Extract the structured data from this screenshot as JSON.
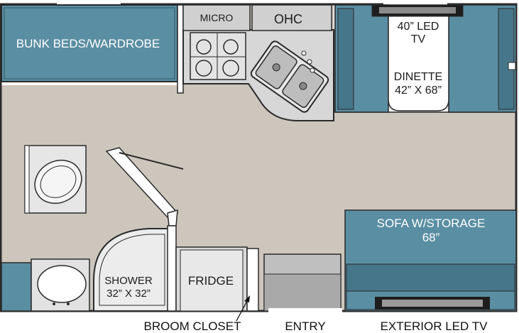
{
  "labels": {
    "bunk_beds": "BUNK BEDS/WARDROBE",
    "micro": "MICRO",
    "ohc": "OHC",
    "led_tv_1": "40” LED",
    "led_tv_2": "TV",
    "dinette_1": "DINETTE",
    "dinette_2": "42” X 68”",
    "sofa_1": "SOFA W/STORAGE",
    "sofa_2": "68”",
    "shower_1": "SHOWER",
    "shower_2": "32” X 32”",
    "fridge": "FRIDGE",
    "broom_closet": "BROOM CLOSET",
    "entry": "ENTRY",
    "exterior_tv": "EXTERIOR LED TV"
  },
  "colors": {
    "floor": "#cdc6bd",
    "upholstery": "#5a8ea3",
    "upholstery_dark": "#467689",
    "cabinet": "#d2d2d2",
    "wall": "#2a2a2a"
  }
}
